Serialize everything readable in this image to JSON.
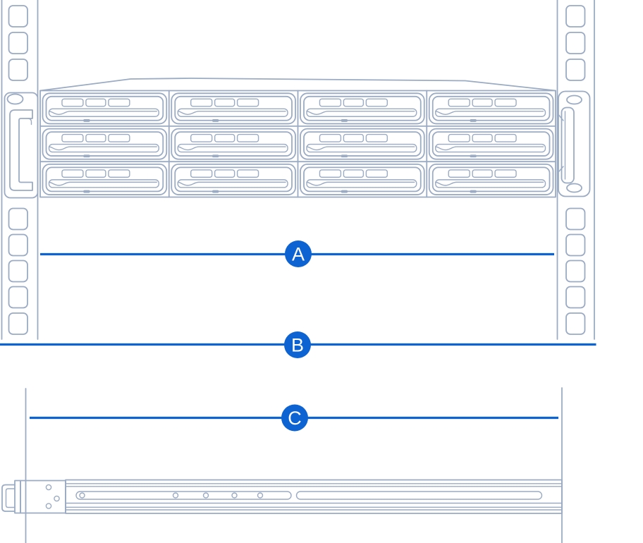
{
  "diagram": {
    "description": "Rackmount server rail installation measurement diagram",
    "labels": {
      "a": "A",
      "b": "B",
      "c": "C"
    },
    "colors": {
      "accent_blue": "#0d63d1",
      "line_art": "#9babc3",
      "badge_text": "#ffffff",
      "background": "#ffffff"
    },
    "rack": {
      "drive_tray_rows": 3,
      "drive_tray_columns": 4,
      "post_holes_above_server": 3,
      "post_holes_below_server": 5
    },
    "rail": {
      "bracket_hole_count": 3,
      "slot_hole_count": 5,
      "slot_count": 2
    }
  }
}
